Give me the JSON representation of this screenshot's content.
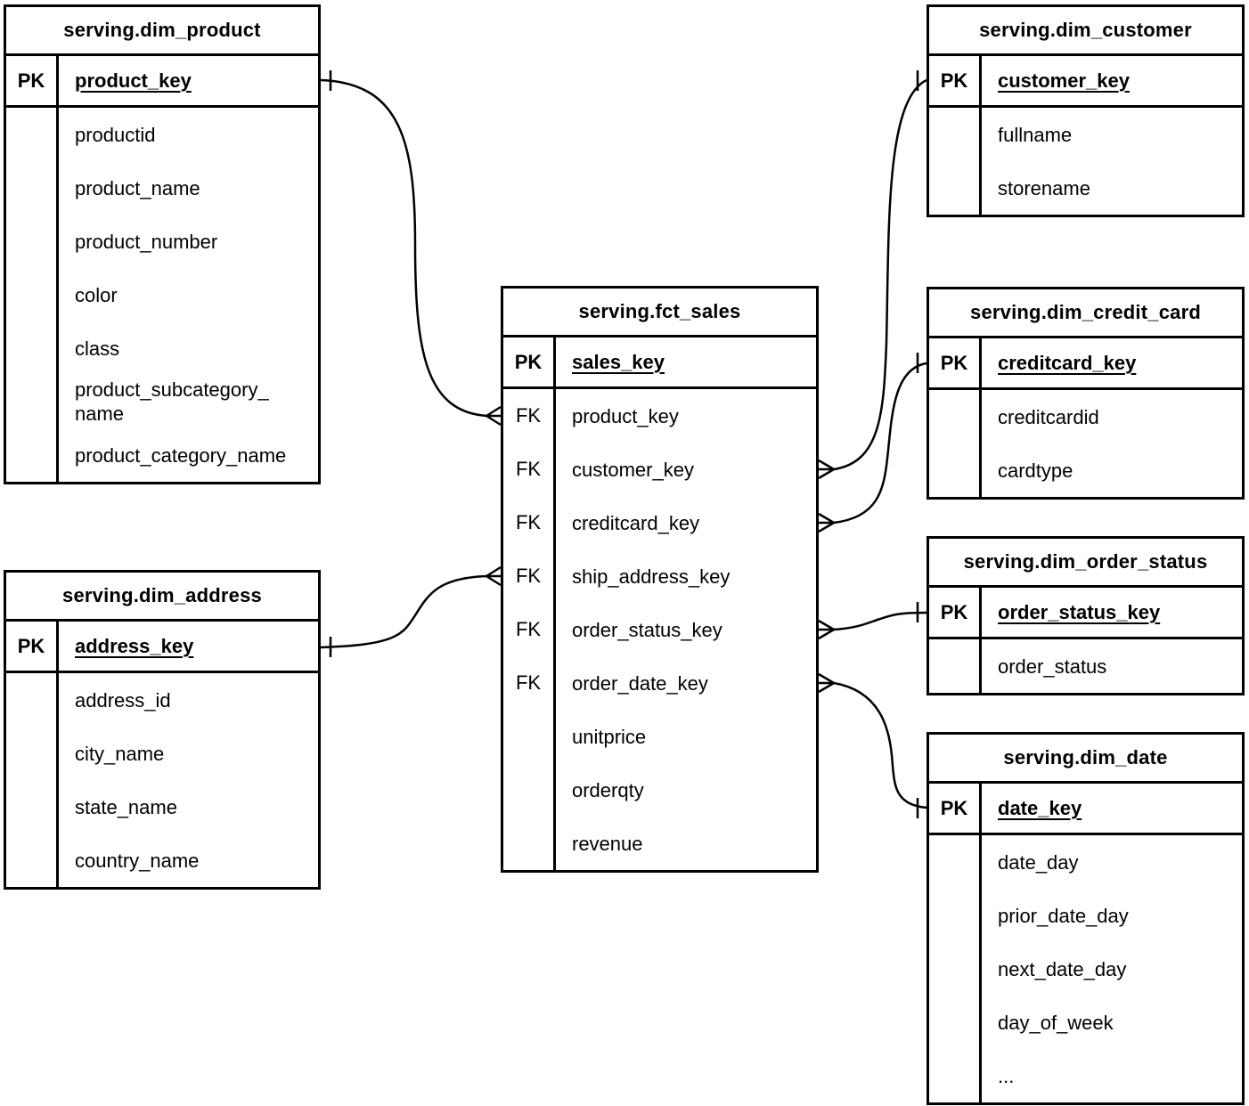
{
  "diagram": {
    "type": "entity-relationship",
    "notation": "crows-foot",
    "colors": {
      "background": "#ffffff",
      "line": "#000000",
      "text": "#000000"
    },
    "tables": [
      {
        "title": "serving.dim_product",
        "pk": {
          "label": "PK",
          "field": "product_key"
        },
        "fields": [
          {
            "key": "",
            "name": "productid"
          },
          {
            "key": "",
            "name": "product_name"
          },
          {
            "key": "",
            "name": "product_number"
          },
          {
            "key": "",
            "name": "color"
          },
          {
            "key": "",
            "name": "class"
          },
          {
            "key": "",
            "name": "product_subcategory_\nname"
          },
          {
            "key": "",
            "name": "product_category_name"
          }
        ]
      },
      {
        "title": "serving.dim_address",
        "pk": {
          "label": "PK",
          "field": "address_key"
        },
        "fields": [
          {
            "key": "",
            "name": "address_id"
          },
          {
            "key": "",
            "name": "city_name"
          },
          {
            "key": "",
            "name": "state_name"
          },
          {
            "key": "",
            "name": "country_name"
          }
        ]
      },
      {
        "title": "serving.fct_sales",
        "pk": {
          "label": "PK",
          "field": "sales_key"
        },
        "fields": [
          {
            "key": "FK",
            "name": "product_key"
          },
          {
            "key": "FK",
            "name": "customer_key"
          },
          {
            "key": "FK",
            "name": "creditcard_key"
          },
          {
            "key": "FK",
            "name": "ship_address_key"
          },
          {
            "key": "FK",
            "name": "order_status_key"
          },
          {
            "key": "FK",
            "name": "order_date_key"
          },
          {
            "key": "",
            "name": "unitprice"
          },
          {
            "key": "",
            "name": "orderqty"
          },
          {
            "key": "",
            "name": "revenue"
          }
        ]
      },
      {
        "title": "serving.dim_customer",
        "pk": {
          "label": "PK",
          "field": "customer_key"
        },
        "fields": [
          {
            "key": "",
            "name": "fullname"
          },
          {
            "key": "",
            "name": "storename"
          }
        ]
      },
      {
        "title": "serving.dim_credit_card",
        "pk": {
          "label": "PK",
          "field": "creditcard_key"
        },
        "fields": [
          {
            "key": "",
            "name": "creditcardid"
          },
          {
            "key": "",
            "name": "cardtype"
          }
        ]
      },
      {
        "title": "serving.dim_order_status",
        "pk": {
          "label": "PK",
          "field": "order_status_key"
        },
        "fields": [
          {
            "key": "",
            "name": "order_status"
          }
        ]
      },
      {
        "title": "serving.dim_date",
        "pk": {
          "label": "PK",
          "field": "date_key"
        },
        "fields": [
          {
            "key": "",
            "name": "date_day"
          },
          {
            "key": "",
            "name": "prior_date_day"
          },
          {
            "key": "",
            "name": "next_date_day"
          },
          {
            "key": "",
            "name": "day_of_week"
          },
          {
            "key": "",
            "name": "..."
          }
        ]
      }
    ],
    "relationships": [
      {
        "one": "serving.dim_product.product_key",
        "many": "serving.fct_sales.product_key"
      },
      {
        "one": "serving.dim_address.address_key",
        "many": "serving.fct_sales.ship_address_key"
      },
      {
        "one": "serving.dim_customer.customer_key",
        "many": "serving.fct_sales.customer_key"
      },
      {
        "one": "serving.dim_credit_card.creditcard_key",
        "many": "serving.fct_sales.creditcard_key"
      },
      {
        "one": "serving.dim_order_status.order_status_key",
        "many": "serving.fct_sales.order_status_key"
      },
      {
        "one": "serving.dim_date.date_key",
        "many": "serving.fct_sales.order_date_key"
      }
    ]
  }
}
